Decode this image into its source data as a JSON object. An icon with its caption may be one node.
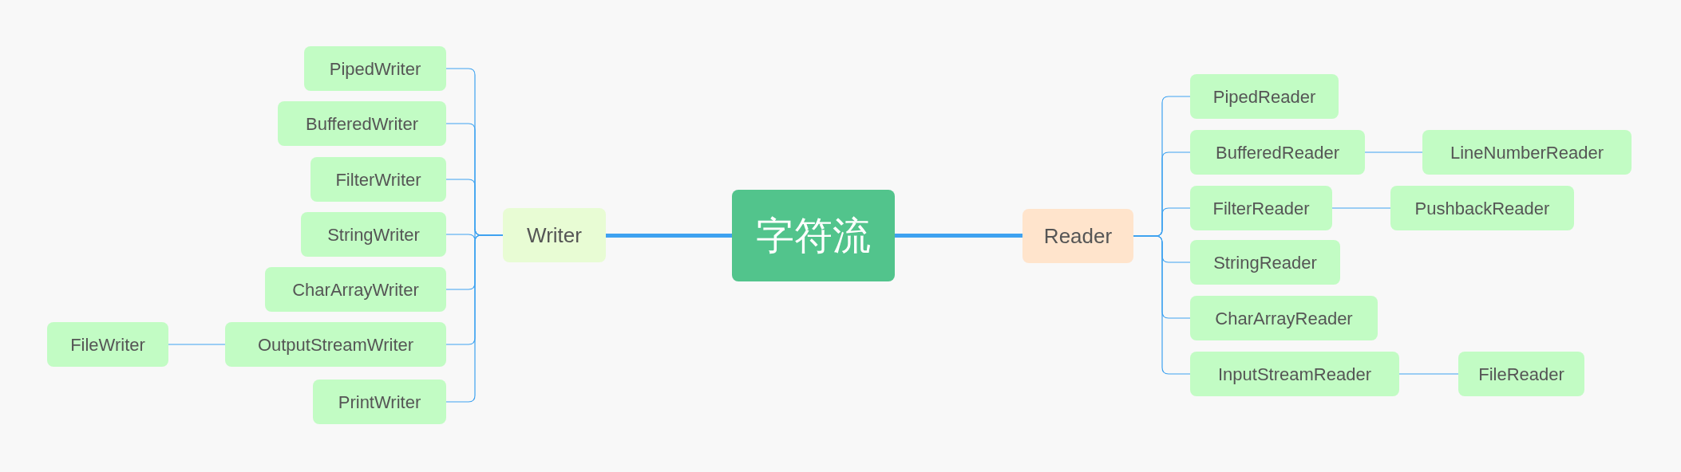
{
  "diagram": {
    "nodes": [
      {
        "text": [
          "字符流"
        ]
      },
      {
        "text": [
          "Writer"
        ]
      },
      {
        "text": [
          "PipedWriter"
        ]
      },
      {
        "text": [
          "BufferedWriter"
        ]
      },
      {
        "text": [
          "FilterWriter"
        ]
      },
      {
        "text": [
          "StringWriter"
        ]
      },
      {
        "text": [
          "CharArrayWriter"
        ]
      },
      {
        "text": [
          "OutputStreamWriter"
        ]
      },
      {
        "text": [
          "PrintWriter"
        ]
      },
      {
        "text": [
          "FileWriter"
        ]
      },
      {
        "text": [
          "Reader"
        ]
      },
      {
        "text": [
          "PipedReader"
        ]
      },
      {
        "text": [
          "BufferedReader"
        ]
      },
      {
        "text": [
          "FilterReader"
        ]
      },
      {
        "text": [
          "StringReader"
        ]
      },
      {
        "text": [
          "CharArrayReader"
        ]
      },
      {
        "text": [
          "InputStreamReader"
        ]
      },
      {
        "text": [
          "LineNumberReader"
        ]
      },
      {
        "text": [
          "PushbackReader"
        ]
      },
      {
        "text": [
          "FileReader"
        ]
      }
    ],
    "edges": [
      {
        "from": 0,
        "to": 1,
        "arrow": "none",
        "style": "thick"
      },
      {
        "from": 0,
        "to": 10,
        "arrow": "none",
        "style": "thick"
      },
      {
        "from": 1,
        "to": 2,
        "arrow": "none"
      },
      {
        "from": 1,
        "to": 3,
        "arrow": "none"
      },
      {
        "from": 1,
        "to": 4,
        "arrow": "none"
      },
      {
        "from": 1,
        "to": 5,
        "arrow": "none"
      },
      {
        "from": 1,
        "to": 6,
        "arrow": "none"
      },
      {
        "from": 1,
        "to": 7,
        "arrow": "none"
      },
      {
        "from": 1,
        "to": 8,
        "arrow": "none"
      },
      {
        "from": 7,
        "to": 9,
        "arrow": "none"
      },
      {
        "from": 10,
        "to": 11,
        "arrow": "none"
      },
      {
        "from": 10,
        "to": 12,
        "arrow": "none"
      },
      {
        "from": 10,
        "to": 13,
        "arrow": "none"
      },
      {
        "from": 10,
        "to": 14,
        "arrow": "none"
      },
      {
        "from": 10,
        "to": 15,
        "arrow": "none"
      },
      {
        "from": 10,
        "to": 16,
        "arrow": "none"
      },
      {
        "from": 12,
        "to": 17,
        "arrow": "none"
      },
      {
        "from": 13,
        "to": 18,
        "arrow": "none"
      },
      {
        "from": 16,
        "to": 19,
        "arrow": "none"
      }
    ]
  }
}
